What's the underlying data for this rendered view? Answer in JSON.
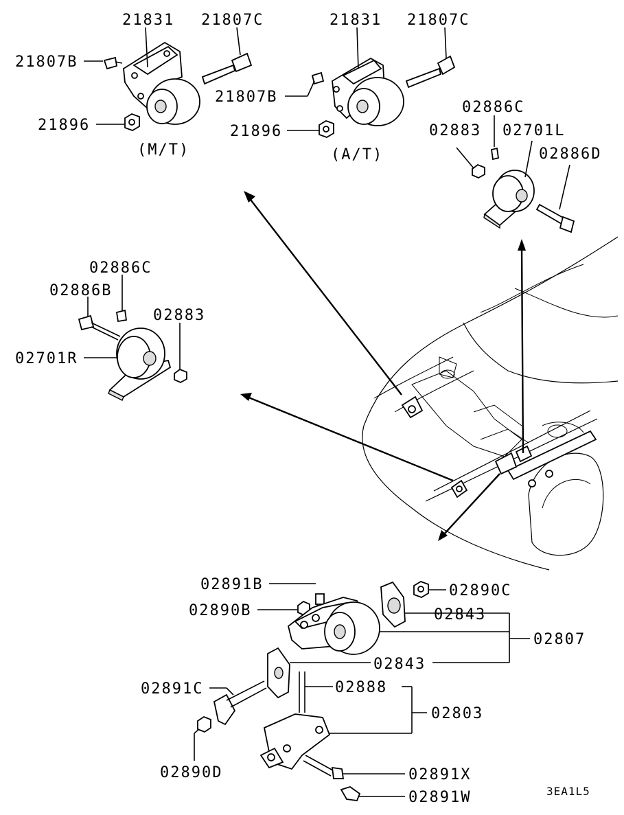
{
  "diagram_code": "3EA1L5",
  "groups": {
    "mt_mount": {
      "caption": "(M/T)",
      "labels": {
        "bracket": "21831",
        "bolt_long": "21807C",
        "bolt_short": "21807B",
        "nut": "21896"
      }
    },
    "at_mount": {
      "caption": "(A/T)",
      "labels": {
        "bracket": "21831",
        "bolt_long": "21807C",
        "bolt_short": "21807B",
        "nut": "21896"
      }
    },
    "left_mount": {
      "labels": {
        "bolt_top": "02886C",
        "nut": "02883",
        "insulator": "02701L",
        "bolt_side": "02886D"
      }
    },
    "right_mount": {
      "labels": {
        "bolt_top": "02886C",
        "bolt_side": "02886B",
        "nut": "02883",
        "insulator": "02701R"
      }
    },
    "rear_mount": {
      "labels": {
        "bolt_top": "02891B",
        "nut_top": "02890B",
        "nut_right": "02890C",
        "stopper_upper": "02843",
        "assembly_upper": "02807",
        "stopper_lower": "02843",
        "bolt_left": "02891C",
        "stud": "02888",
        "assembly_lower": "02803",
        "nut_left": "02890D",
        "bolt_x": "02891X",
        "bolt_w": "02891W"
      }
    }
  }
}
